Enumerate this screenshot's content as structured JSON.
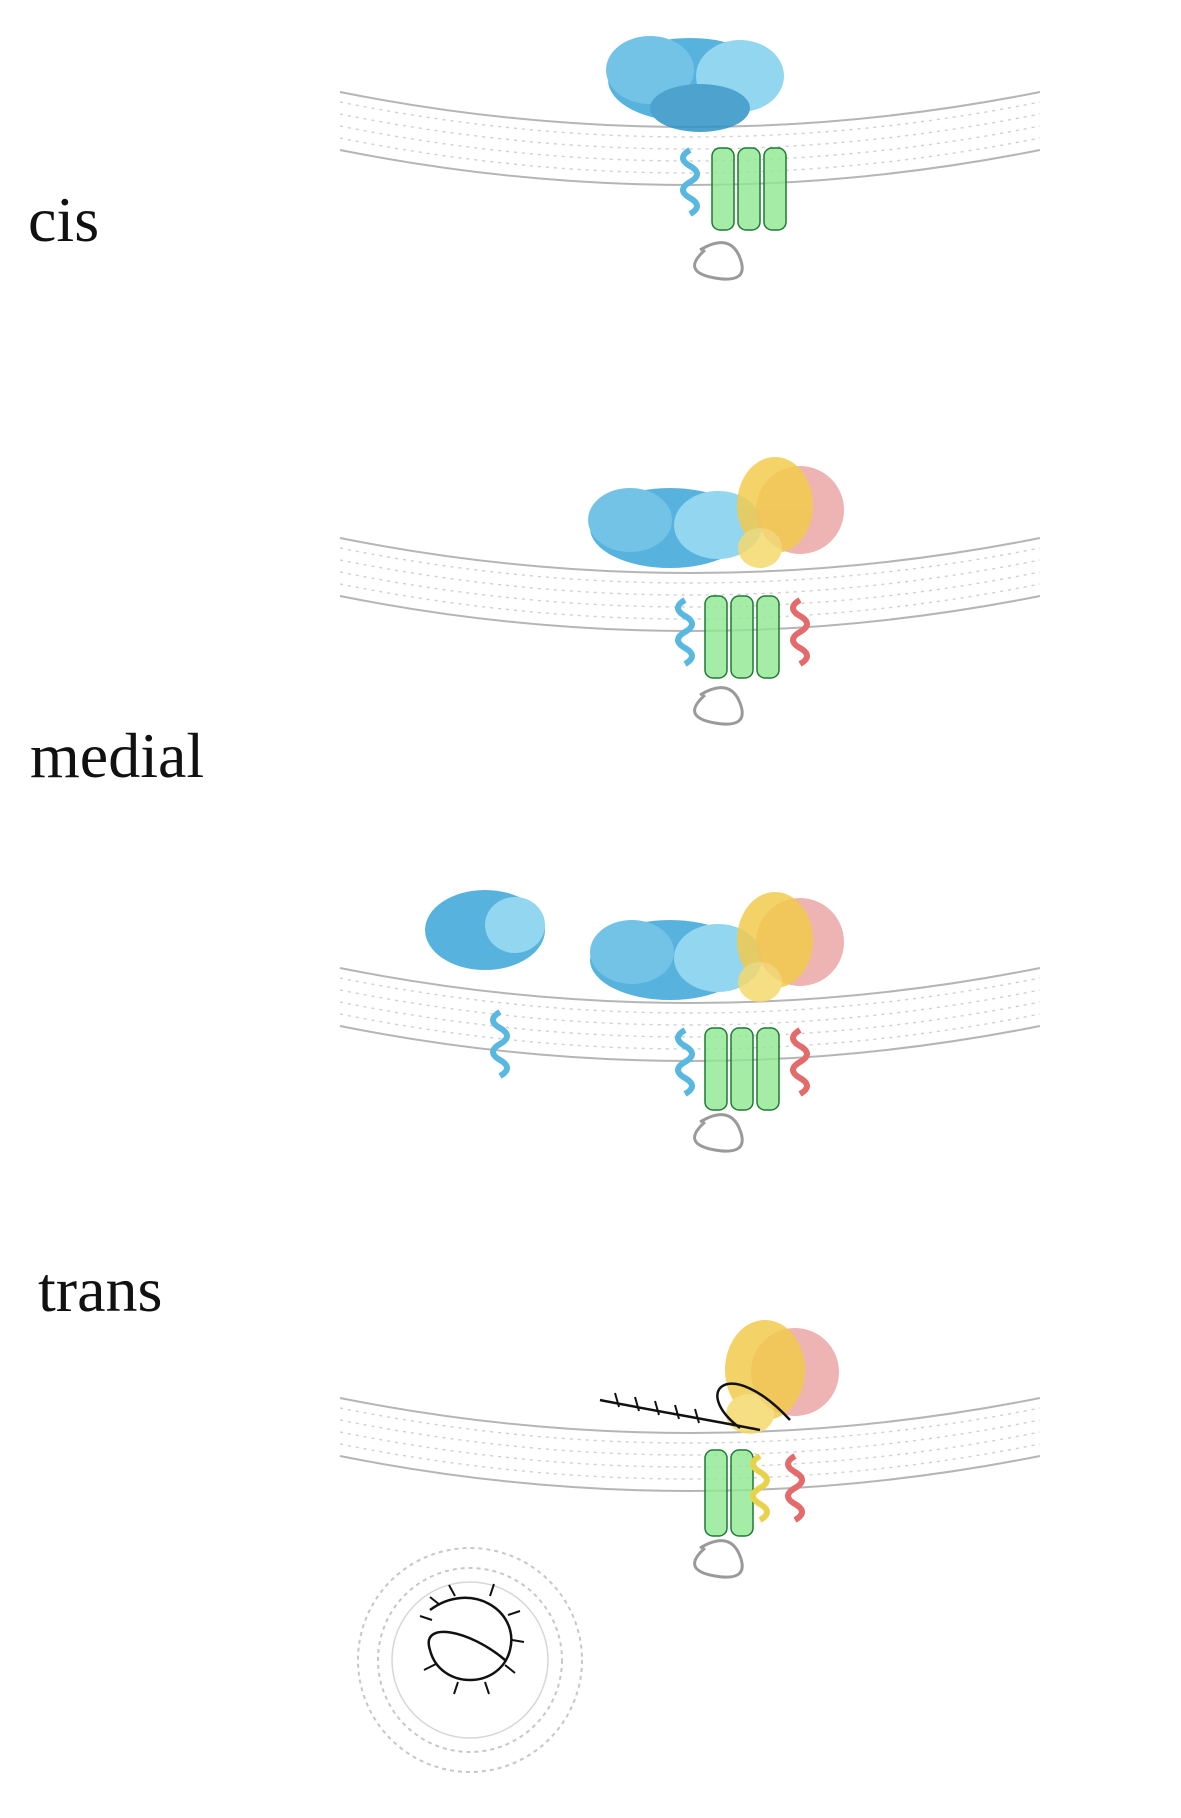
{
  "stages": [
    {
      "id": "cis",
      "label": "cis"
    },
    {
      "id": "medial",
      "label": "medial"
    },
    {
      "id": "trans",
      "label": "trans"
    }
  ],
  "colors": {
    "background": "#ffffff",
    "membrane_line": "#b5b5b5",
    "blue_protein": "#3aa6d8",
    "blue_protein_light": "#7fd0ee",
    "blue_helix": "#59b8e0",
    "green_cylinder": "#8ee890",
    "green_cylinder_edge": "#1f7a35",
    "yellow_protein": "#f2cb4e",
    "yellow_helix": "#e8d24c",
    "pink_disc": "#e89a9a",
    "pink_helix": "#e46b6b",
    "glycan_chain": "#111111",
    "loop_coil": "#9a9a9a"
  },
  "icons": {
    "blue_protein": "blue-protein-complex-icon",
    "green_channel": "green-transmembrane-cylinder-icon",
    "yellow_protein": "yellow-protein-icon",
    "pink_disc": "pink-disc-icon",
    "glycan": "glycan-chain-icon",
    "vesicle": "vesicle-icon"
  }
}
